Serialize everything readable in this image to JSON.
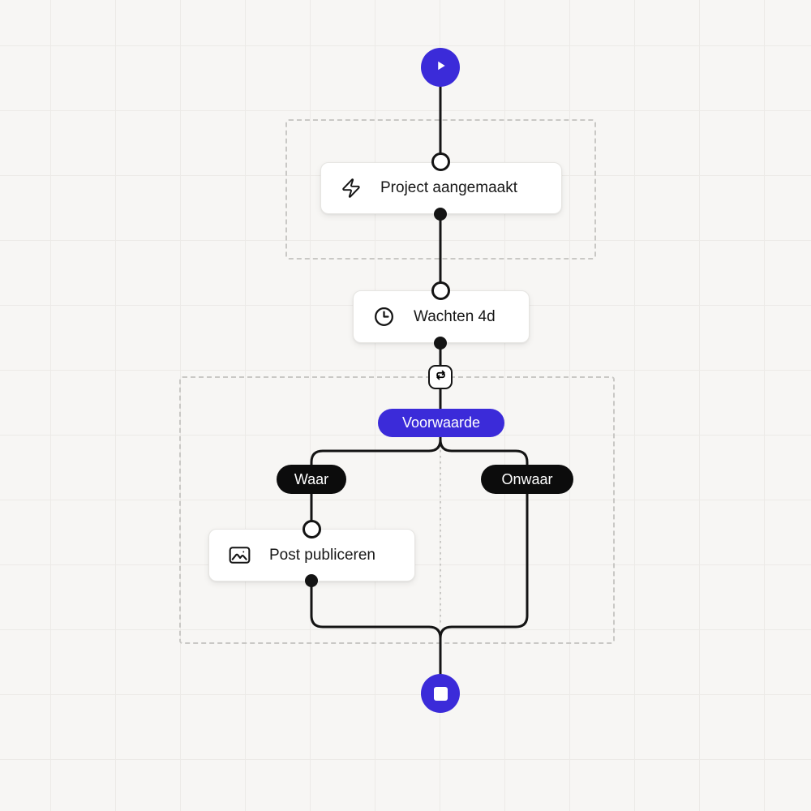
{
  "colors": {
    "canvas_bg": "#f7f6f4",
    "grid_line": "#eceae7",
    "group_border": "#c9c8c5",
    "accent": "#3b2bd9",
    "node_black": "#0c0c0c",
    "edge": "#141414",
    "card_border": "#e6e5e2",
    "text": "#171717"
  },
  "flow": {
    "start_node": {
      "icon": "play-icon"
    },
    "end_node": {
      "icon": "stop-icon"
    },
    "nodes": [
      {
        "id": "trigger",
        "label": "Project aangemaakt",
        "icon": "zap-icon"
      },
      {
        "id": "wait",
        "label": "Wachten 4d",
        "icon": "clock-icon"
      },
      {
        "id": "condition",
        "label": "Voorwaarde",
        "icon": "swap-icon"
      },
      {
        "id": "publish",
        "label": "Post publiceren",
        "icon": "image-icon"
      }
    ],
    "branches": {
      "true_label": "Waar",
      "false_label": "Onwaar"
    }
  }
}
